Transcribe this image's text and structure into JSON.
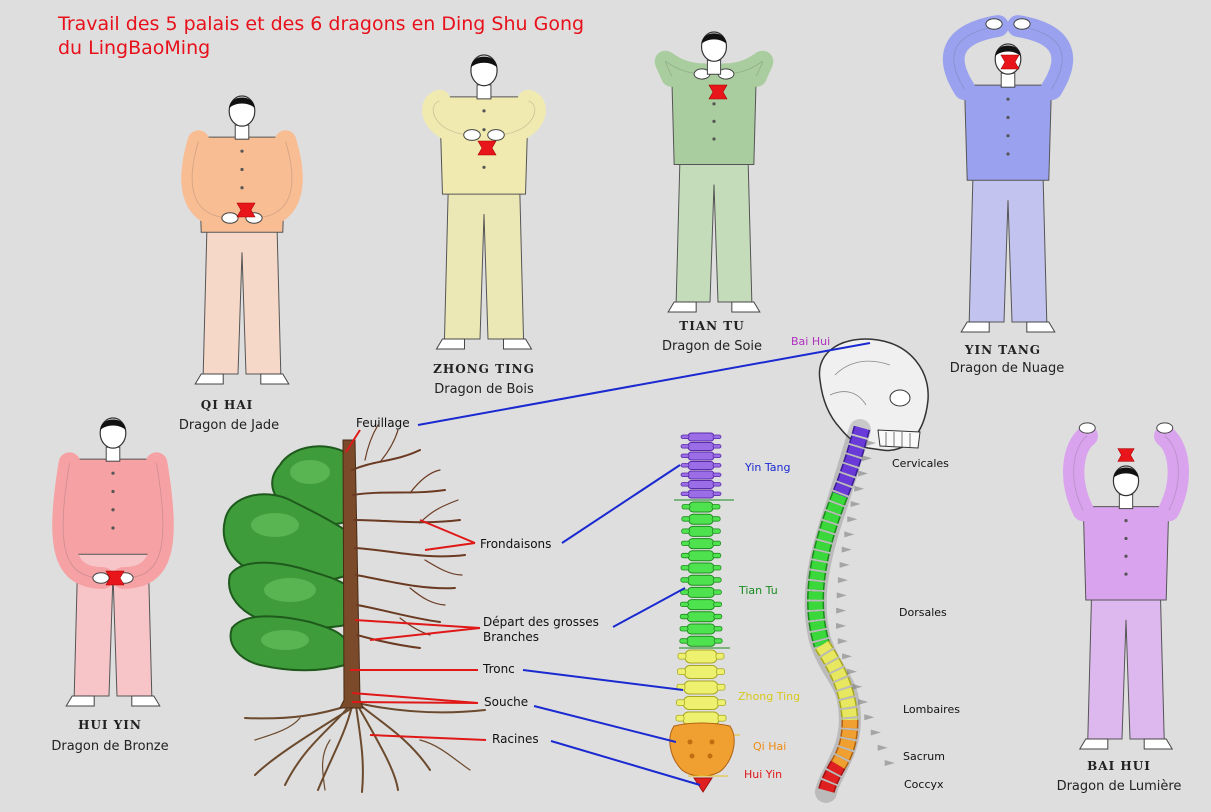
{
  "title": {
    "line1": "Travail des 5 palais et des 6 dragons en Ding Shu Gong",
    "line2": "du LingBaoMing"
  },
  "figures": [
    {
      "id": "qi-hai",
      "point": "QI HAI",
      "dragon": "Dragon de Jade",
      "shirt": "#f9bd94",
      "pants": "#f6d8c8"
    },
    {
      "id": "zhong-ting",
      "point": "ZHONG TING",
      "dragon": "Dragon de Bois",
      "shirt": "#f1eab0",
      "pants": "#ece8b6"
    },
    {
      "id": "tian-tu",
      "point": "TIAN TU",
      "dragon": "Dragon de Soie",
      "shirt": "#a9cd9e",
      "pants": "#c4dcb9"
    },
    {
      "id": "yin-tang",
      "point": "YIN TANG",
      "dragon": "Dragon de Nuage",
      "shirt": "#9aa2ef",
      "pants": "#c2c3ee"
    },
    {
      "id": "hui-yin",
      "point": "HUI YIN",
      "dragon": "Dragon de Bronze",
      "shirt": "#f6a1a4",
      "pants": "#f7c5c8"
    },
    {
      "id": "bai-hui",
      "point": "BAI HUI",
      "dragon": "Dragon de Lumière",
      "shirt": "#d9a3ee",
      "pants": "#dcb8ee"
    }
  ],
  "tree_labels": {
    "feuillage": "Feuillage",
    "frondaisons": "Frondaisons",
    "depart_line1": "Départ des grosses",
    "depart_line2": "Branches",
    "tronc": "Tronc",
    "souche": "Souche",
    "racines": "Racines"
  },
  "spine_points": {
    "bai_hui": "Bai Hui",
    "yin_tang": "Yin Tang",
    "tian_tu": "Tian Tu",
    "zhong_ting": "Zhong Ting",
    "qi_hai": "Qi Hai",
    "hui_yin": "Hui Yin"
  },
  "spine_sections": {
    "cervicales": "Cervicales",
    "dorsales": "Dorsales",
    "lombaires": "Lombaires",
    "sacrum": "Sacrum",
    "coccyx": "Coccyx"
  },
  "colors": {
    "title": "#e8101a",
    "connector_blue": "#1a2ad0",
    "connector_red": "#e01818",
    "palace_marker": "#e8161a",
    "bai_hui_text": "#b030c0",
    "yin_tang_text": "#1a2ad0",
    "tian_tu_text": "#1a8a20",
    "zhong_ting_text": "#d8c81c",
    "qi_hai_text": "#ee8a10",
    "hui_yin_text": "#e01818",
    "cervical": "#7a3ad8",
    "dorsal": "#3ad83a",
    "lumbar": "#e8e860",
    "sacrum": "#f0a030",
    "coccyx": "#e02020",
    "foliage": "#3f9c3a",
    "trunk": "#7a4a2a"
  }
}
